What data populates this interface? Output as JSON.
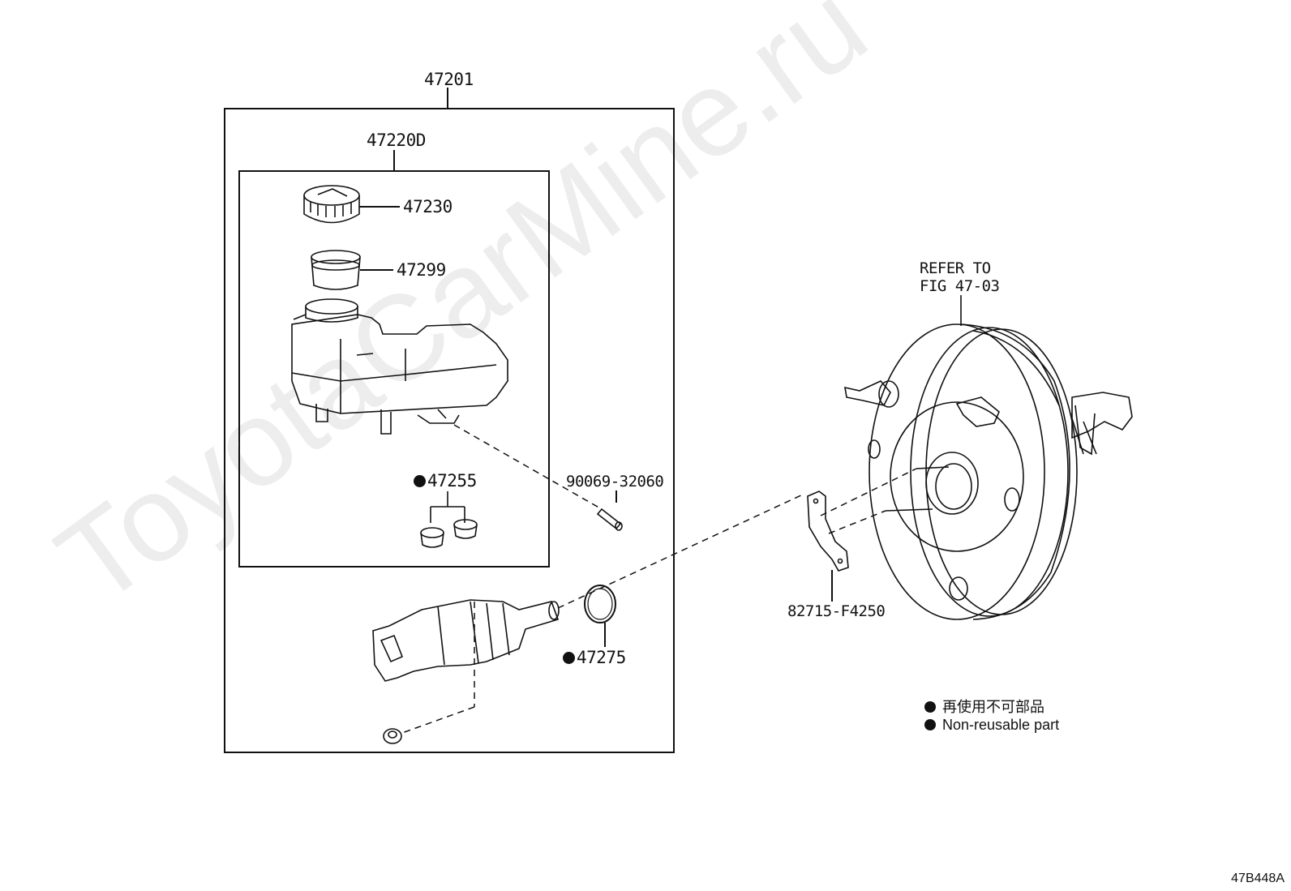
{
  "diagram": {
    "labels": {
      "assembly": "47201",
      "reservoir_assy": "47220D",
      "cap": "47230",
      "strainer": "47299",
      "grommet": "47255",
      "pin": "90069-32060",
      "oring": "47275",
      "bracket": "82715-F4250",
      "refer_line1": "REFER TO",
      "refer_line2": "FIG 47-03"
    },
    "legend": {
      "jp": "再使用不可部品",
      "en": "Non-reusable part"
    },
    "watermark": "ToyotaCarMine.ru",
    "figure_code": "47B448A"
  }
}
